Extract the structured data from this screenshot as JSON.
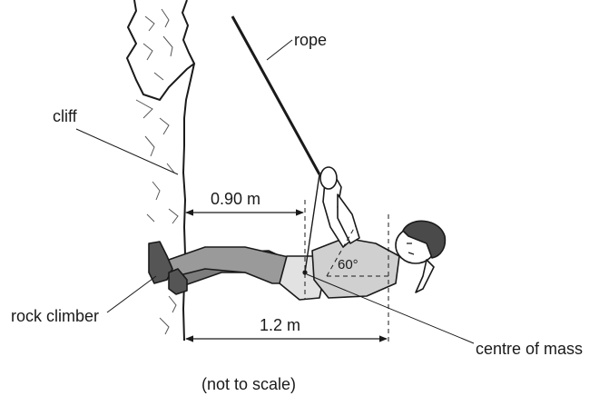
{
  "labels": {
    "rope": "rope",
    "cliff": "cliff",
    "rock_climber": "rock climber",
    "centre_of_mass": "centre of mass",
    "dist_upper": "0.90 m",
    "dist_lower": "1.2 m",
    "angle": "60°",
    "note": "(not to scale)"
  },
  "colors": {
    "line": "#1a1a1a",
    "limb_fill": "#8a8a8a",
    "cloth_fill": "#d0d0d0",
    "helmet_fill": "#4a4a4a",
    "skin_fill": "#ffffff"
  }
}
